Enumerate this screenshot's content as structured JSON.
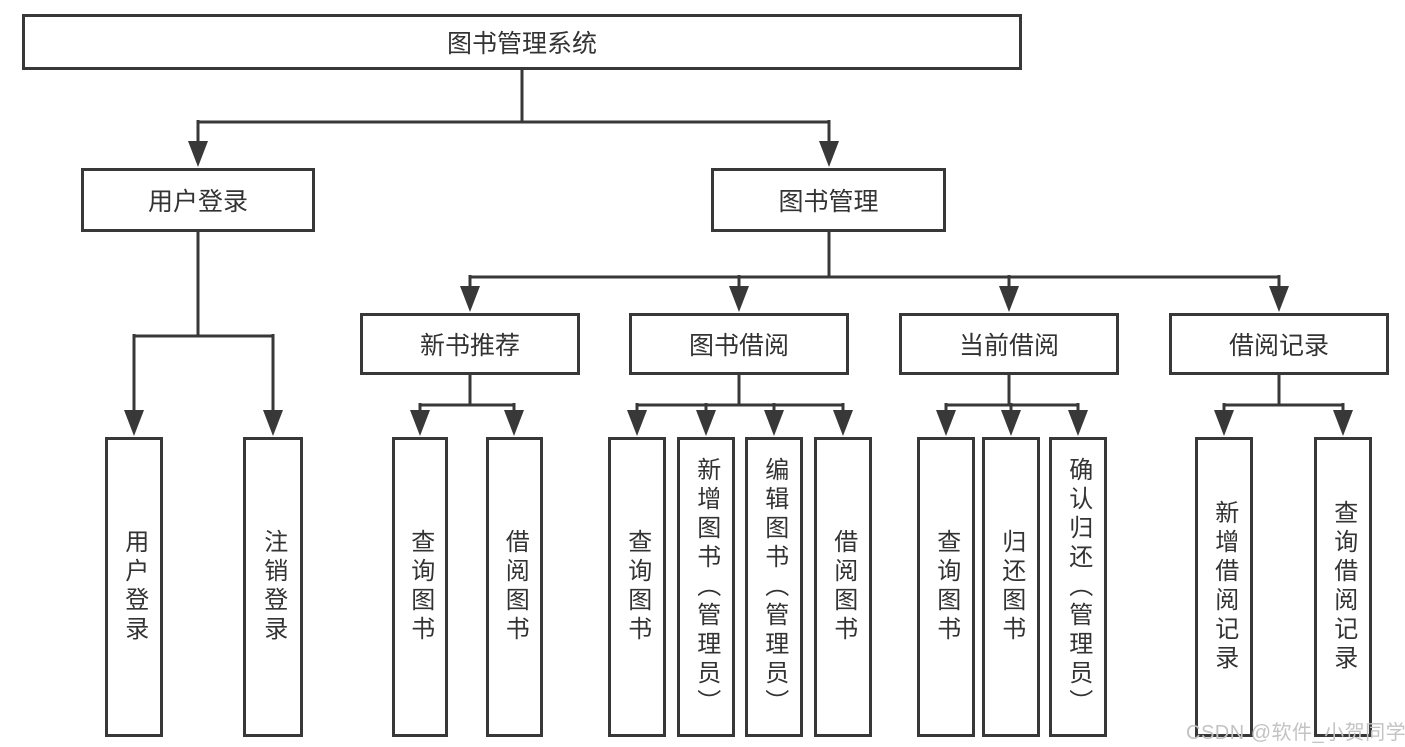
{
  "diagram": {
    "root": {
      "label": "图书管理系统"
    },
    "level2": [
      {
        "label": "用户登录"
      },
      {
        "label": "图书管理"
      }
    ],
    "level3": [
      {
        "label": "新书推荐"
      },
      {
        "label": "图书借阅"
      },
      {
        "label": "当前借阅"
      },
      {
        "label": "借阅记录"
      }
    ],
    "leaves": {
      "login": [
        "用户登录",
        "注销登录"
      ],
      "recommend": [
        "查询图书",
        "借阅图书"
      ],
      "borrow": [
        "查询图书",
        "新增图书（管理员）",
        "编辑图书（管理员）",
        "借阅图书"
      ],
      "current": [
        "查询图书",
        "归还图书",
        "确认归还（管理员）"
      ],
      "records": [
        "新增借阅记录",
        "查询借阅记录"
      ]
    },
    "colors": {
      "line": "#383838",
      "text": "#333333",
      "background": "#ffffff",
      "watermark": "#c3c3c3"
    },
    "watermark": "CSDN @软件_小贺同学"
  }
}
